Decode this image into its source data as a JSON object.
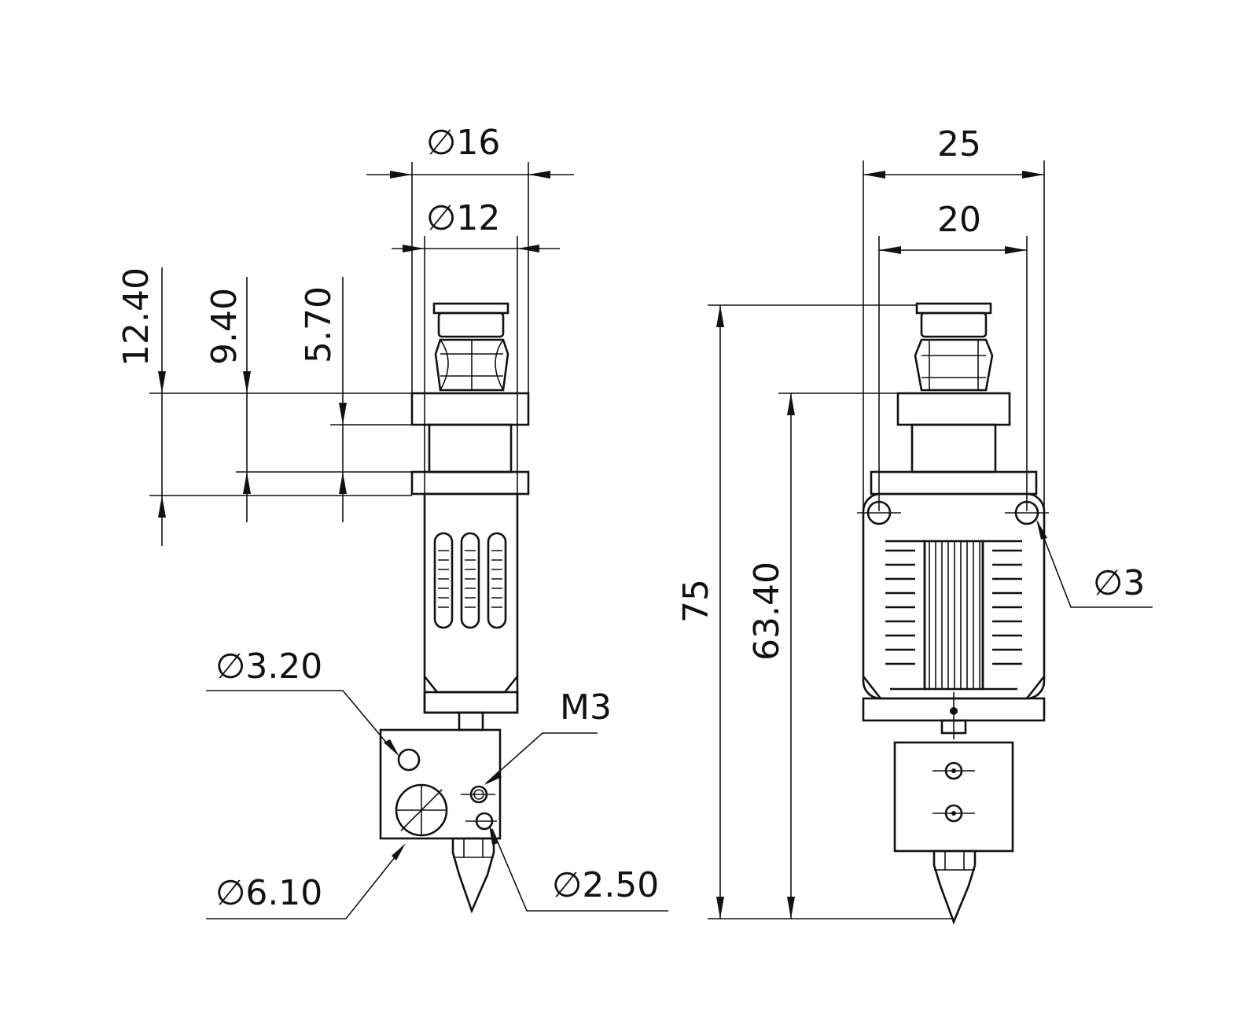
{
  "dimensions": {
    "dia16": "∅16",
    "dia12": "∅12",
    "d12_40": "12.40",
    "d9_40": "9.40",
    "d5_70": "5.70",
    "dia3_20": "∅3.20",
    "m3": "M3",
    "dia6_10": "∅6.10",
    "dia2_50": "∅2.50",
    "w25": "25",
    "w20": "20",
    "dia3": "∅3",
    "h75": "75",
    "h63_40": "63.40"
  }
}
